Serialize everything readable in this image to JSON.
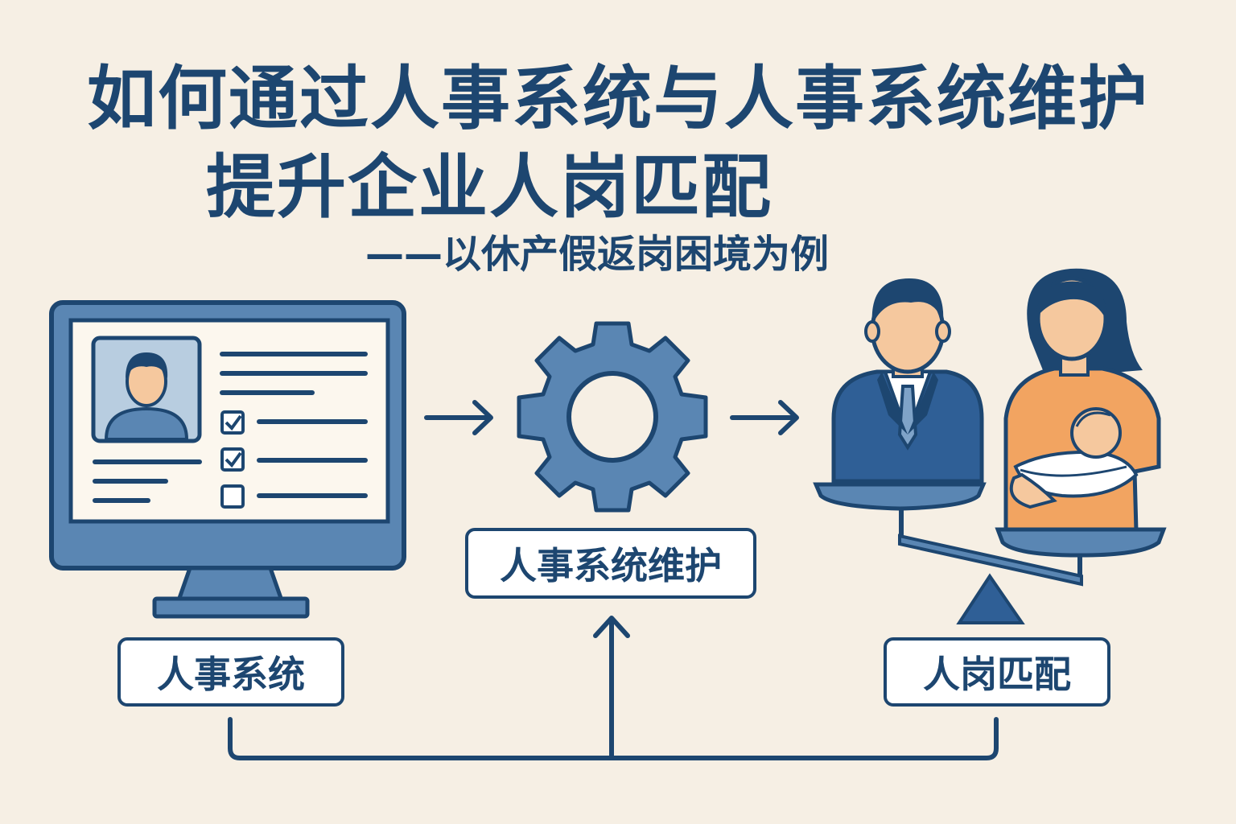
{
  "title": {
    "line1": "如何通过人事系统与人事系统维护",
    "line2": "提升企业人岗匹配",
    "subtitle": "——以休产假返岗困境为例"
  },
  "labels": {
    "hr_system": "人事系统",
    "hr_system_maintenance": "人事系统维护",
    "person_job_matching": "人岗匹配"
  },
  "colors": {
    "background": "#f6efe4",
    "primary": "#1d4670",
    "accent_blue": "#5a86b3",
    "light_blue": "#b8cde0",
    "skin": "#f5c89e",
    "orange": "#f2a461",
    "white": "#ffffff"
  },
  "icons": [
    "computer-monitor-icon",
    "profile-avatar-icon",
    "checkbox-icon",
    "gear-icon",
    "businessman-icon",
    "mother-with-baby-icon",
    "balance-scale-icon",
    "arrow-right-icon",
    "arrow-up-icon"
  ]
}
